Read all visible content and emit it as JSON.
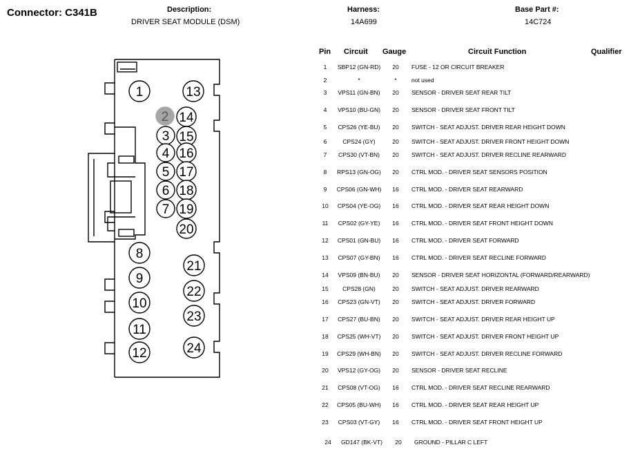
{
  "header": {
    "connector_label": "Connector: C341B",
    "description_label": "Description:",
    "description_value": "DRIVER SEAT MODULE (DSM)",
    "harness_label": "Harness:",
    "harness_value": "14A699",
    "base_part_label": "Base Part #:",
    "base_part_value": "14C724"
  },
  "table": {
    "columns": [
      "Pin",
      "Circuit",
      "Gauge",
      "Circuit Function",
      "Qualifier"
    ],
    "rows": [
      {
        "pin": "1",
        "circuit": "SBP12 (GN-RD)",
        "gauge": "20",
        "function": "FUSE - 12 OR CIRCUIT BREAKER"
      },
      {
        "pin": "2",
        "circuit": "*",
        "gauge": "*",
        "function": "not used"
      },
      {
        "pin": "3",
        "circuit": "VPS11 (GN-BN)",
        "gauge": "20",
        "function": "SENSOR - DRIVER SEAT REAR TILT"
      },
      {
        "pin": "4",
        "circuit": "VPS10 (BU-GN)",
        "gauge": "20",
        "function": "SENSOR - DRIVER SEAT FRONT TILT"
      },
      {
        "pin": "5",
        "circuit": "CPS26 (YE-BU)",
        "gauge": "20",
        "function": "SWITCH - SEAT ADJUST. DRIVER REAR HEIGHT DOWN"
      },
      {
        "pin": "6",
        "circuit": "CPS24 (GY)",
        "gauge": "20",
        "function": "SWITCH - SEAT ADJUST. DRIVER FRONT HEIGHT DOWN"
      },
      {
        "pin": "7",
        "circuit": "CPS30 (VT-BN)",
        "gauge": "20",
        "function": "SWITCH - SEAT ADJUST. DRIVER RECLINE REARWARD"
      },
      {
        "pin": "8",
        "circuit": "RPS13 (GN-OG)",
        "gauge": "20",
        "function": "CTRL MOD. - DRIVER SEAT SENSORS POSITION"
      },
      {
        "pin": "9",
        "circuit": "CPS06 (GN-WH)",
        "gauge": "16",
        "function": "CTRL MOD. - DRIVER SEAT REARWARD"
      },
      {
        "pin": "10",
        "circuit": "CPS04 (YE-OG)",
        "gauge": "16",
        "function": "CTRL MOD. - DRIVER SEAT REAR HEIGHT DOWN"
      },
      {
        "pin": "11",
        "circuit": "CPS02 (GY-YE)",
        "gauge": "16",
        "function": "CTRL MOD. - DRIVER SEAT FRONT HEIGHT DOWN"
      },
      {
        "pin": "12",
        "circuit": "CPS01 (GN-BU)",
        "gauge": "16",
        "function": "CTRL MOD. - DRIVER SEAT FORWARD"
      },
      {
        "pin": "13",
        "circuit": "CPS07 (GY-BN)",
        "gauge": "16",
        "function": "CTRL MOD. - DRIVER SEAT RECLINE FORWARD"
      },
      {
        "pin": "14",
        "circuit": "VPS09 (BN-BU)",
        "gauge": "20",
        "function": "SENSOR - DRIVER SEAT HORIZONTAL (FORWARD/REARWARD)"
      },
      {
        "pin": "15",
        "circuit": "CPS28 (GN)",
        "gauge": "20",
        "function": "SWITCH - SEAT ADJUST. DRIVER REARWARD"
      },
      {
        "pin": "16",
        "circuit": "CPS23 (GN-VT)",
        "gauge": "20",
        "function": "SWITCH - SEAT ADJUST. DRIVER FORWARD"
      },
      {
        "pin": "17",
        "circuit": "CPS27 (BU-BN)",
        "gauge": "20",
        "function": "SWITCH - SEAT ADJUST. DRIVER REAR HEIGHT UP"
      },
      {
        "pin": "18",
        "circuit": "CPS25 (WH-VT)",
        "gauge": "20",
        "function": "SWITCH - SEAT ADJUST. DRIVER FRONT HEIGHT UP"
      },
      {
        "pin": "19",
        "circuit": "CPS29 (WH-BN)",
        "gauge": "20",
        "function": "SWITCH - SEAT ADJUST. DRIVER RECLINE FORWARD"
      },
      {
        "pin": "20",
        "circuit": "VPS12 (GY-OG)",
        "gauge": "20",
        "function": "SENSOR - DRIVER SEAT RECLINE"
      },
      {
        "pin": "21",
        "circuit": "CPS08 (VT-OG)",
        "gauge": "16",
        "function": "CTRL MOD. - DRIVER SEAT RECLINE REARWARD"
      },
      {
        "pin": "22",
        "circuit": "CPS05 (BU-WH)",
        "gauge": "16",
        "function": "CTRL MOD. - DRIVER SEAT REAR HEIGHT UP"
      },
      {
        "pin": "23",
        "circuit": "CPS03 (VT-GY)",
        "gauge": "16",
        "function": "CTRL MOD. - DRIVER SEAT FRONT HEIGHT UP"
      },
      {
        "pin": "24",
        "circuit": "GD147 (BK-VT)",
        "gauge": "20",
        "function": "GROUND - PILLAR C LEFT"
      }
    ]
  },
  "connector": {
    "pins": [
      "1",
      "2",
      "3",
      "4",
      "5",
      "6",
      "7",
      "8",
      "9",
      "10",
      "11",
      "12",
      "13",
      "14",
      "15",
      "16",
      "17",
      "18",
      "19",
      "20",
      "21",
      "22",
      "23",
      "24"
    ],
    "unused_pin": "2",
    "unused_pin_color": "#a6a6a6"
  }
}
